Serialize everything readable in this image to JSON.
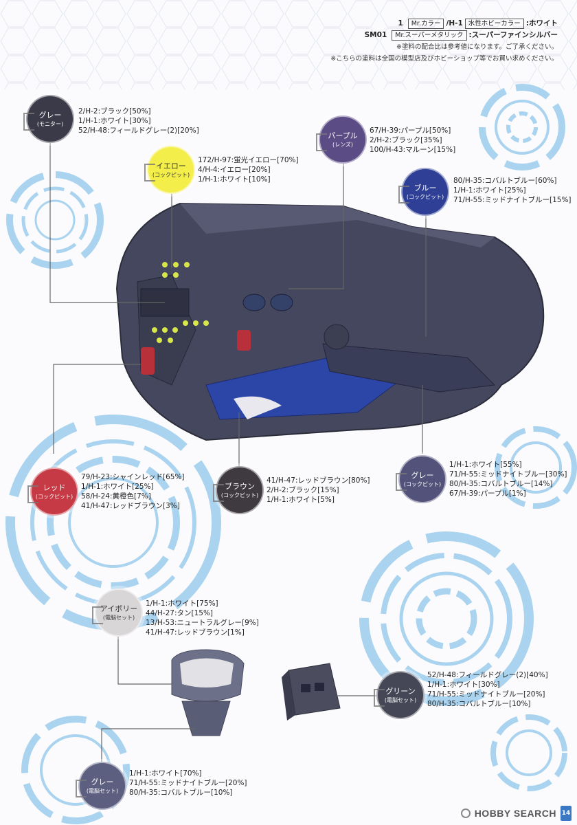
{
  "legend": {
    "num": "1",
    "brand1": "Mr.カラー",
    "code1": "/H-1",
    "brand2": "水性ホビーカラー",
    "name1": ":ホワイト",
    "num2": "SM01",
    "brand3": "Mr.スーパーメタリック",
    "name2": ":スーパーファインシルバー",
    "note1": "※塗料の配合比は参考値になります。ご了承ください。",
    "note2": "※こちらの塗料は全国の模型店及びホビーショップ等でお買い求めください。"
  },
  "badges": [
    {
      "id": "gray-monitor",
      "name": "グレー",
      "sub": "(モニター)",
      "color": "#3a3a48"
    },
    {
      "id": "yellow-cockpit",
      "name": "イエロー",
      "sub": "(コックピット)",
      "color": "#f3ee4a"
    },
    {
      "id": "purple-lens",
      "name": "パープル",
      "sub": "(レンズ)",
      "color": "#5b4c86"
    },
    {
      "id": "blue-cockpit",
      "name": "ブルー",
      "sub": "(コックピット)",
      "color": "#2e3f95"
    },
    {
      "id": "red-cockpit",
      "name": "レッド",
      "sub": "(コックピット)",
      "color": "#c53a45"
    },
    {
      "id": "brown-cockpit",
      "name": "ブラウン",
      "sub": "(コックピット)",
      "color": "#3e3a40"
    },
    {
      "id": "gray-cockpit",
      "name": "グレー",
      "sub": "(コックピット)",
      "color": "#53527a"
    },
    {
      "id": "ivory-pc",
      "name": "アイボリー",
      "sub": "(電脳セット)",
      "color": "#d9d6d8"
    },
    {
      "id": "green-pc",
      "name": "グリーン",
      "sub": "(電脳セット)",
      "color": "#454656"
    },
    {
      "id": "gray-pc",
      "name": "グレー",
      "sub": "(電脳セット)",
      "color": "#5c5f80"
    }
  ],
  "mixes": [
    {
      "id": "gray-monitor",
      "lines": [
        "2/H-2:ブラック[50%]",
        "1/H-1:ホワイト[30%]",
        "52/H-48:フィールドグレー(2)[20%]"
      ]
    },
    {
      "id": "yellow-cockpit",
      "lines": [
        "172/H-97:蛍光イエロー[70%]",
        "4/H-4:イエロー[20%]",
        "1/H-1:ホワイト[10%]"
      ]
    },
    {
      "id": "purple-lens",
      "lines": [
        "67/H-39:パープル[50%]",
        "2/H-2:ブラック[35%]",
        "100/H-43:マルーン[15%]"
      ]
    },
    {
      "id": "blue-cockpit",
      "lines": [
        "80/H-35:コバルトブルー[60%]",
        "1/H-1:ホワイト[25%]",
        "71/H-55:ミッドナイトブルー[15%]"
      ]
    },
    {
      "id": "red-cockpit",
      "lines": [
        "79/H-23:シャインレッド[65%]",
        "1/H-1:ホワイト[25%]",
        "58/H-24:黄橙色[7%]",
        "41/H-47:レッドブラウン[3%]"
      ]
    },
    {
      "id": "brown-cockpit",
      "lines": [
        "41/H-47:レッドブラウン[80%]",
        "2/H-2:ブラック[15%]",
        "1/H-1:ホワイト[5%]"
      ]
    },
    {
      "id": "gray-cockpit",
      "lines": [
        "1/H-1:ホワイト[55%]",
        "71/H-55:ミッドナイトブルー[30%]",
        "80/H-35:コバルトブルー[14%]",
        "67/H-39:パープル[1%]"
      ]
    },
    {
      "id": "ivory-pc",
      "lines": [
        "1/H-1:ホワイト[75%]",
        "44/H-27:タン[15%]",
        "13/H-53:ニュートラルグレー[9%]",
        "41/H-47:レッドブラウン[1%]"
      ]
    },
    {
      "id": "green-pc",
      "lines": [
        "52/H-48:フィールドグレー(2)[40%]",
        "1/H-1:ホワイト[30%]",
        "71/H-55:ミッドナイトブルー[20%]",
        "80/H-35:コバルトブルー[10%]"
      ]
    },
    {
      "id": "gray-pc",
      "lines": [
        "1/H-1:ホワイト[70%]",
        "71/H-55:ミッドナイトブルー[20%]",
        "80/H-35:コバルトブルー[10%]"
      ]
    }
  ],
  "footer": {
    "logo": "HOBBY SEARCH",
    "page": "14"
  },
  "colors": {
    "ring": "#a9d3ef",
    "hex": "#e8ecf3",
    "hull": "#45475e",
    "hull_blue": "#2c46a8"
  }
}
